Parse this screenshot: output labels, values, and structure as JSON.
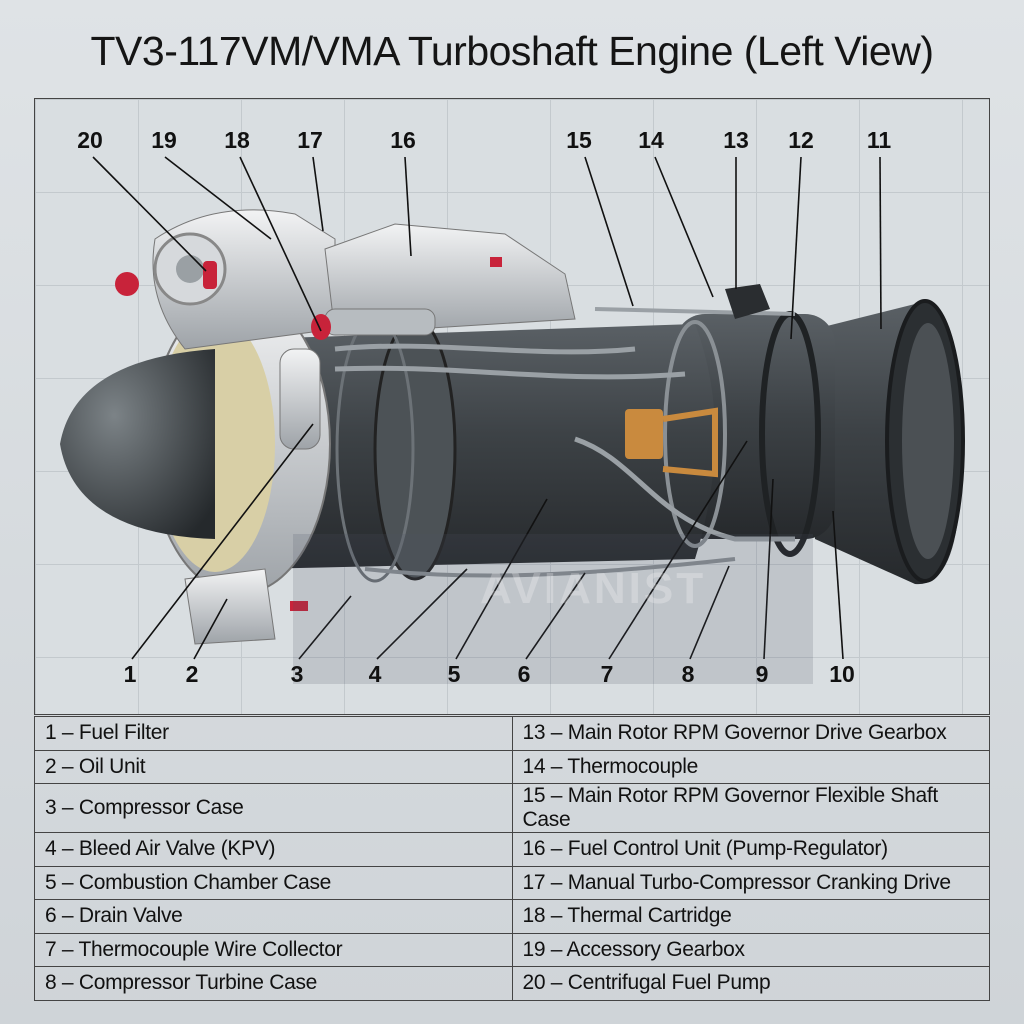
{
  "title": "TV3-117VM/VMA Turboshaft Engine (Left View)",
  "watermark": "AVIANIST",
  "callouts_top": [
    "20",
    "19",
    "18",
    "17",
    "16",
    "15",
    "14",
    "13",
    "12",
    "11"
  ],
  "callouts_bottom": [
    "1",
    "2",
    "3",
    "4",
    "5",
    "6",
    "7",
    "8",
    "9",
    "10"
  ],
  "legend": {
    "left": [
      "1 – Fuel Filter",
      "2 – Oil Unit",
      "3 – Compressor Case",
      "4 – Bleed Air Valve (KPV)",
      "5 – Combustion Chamber Case",
      "6 – Drain Valve",
      "7 – Thermocouple Wire Collector",
      "8 – Compressor Turbine Case"
    ],
    "right": [
      "13 – Main Rotor RPM Governor Drive Gearbox",
      "14 – Thermocouple",
      "15 – Main Rotor RPM Governor Flexible Shaft Case",
      "16 – Fuel Control Unit (Pump-Regulator)",
      "17 – Manual Turbo-Compressor Cranking Drive",
      "18 – Thermal Cartridge",
      "19 – Accessory Gearbox",
      "20 – Centrifugal Fuel Pump"
    ]
  },
  "colors": {
    "body": "#3f4448",
    "silver": "#c9cdd1",
    "intake": "#d8cfa6",
    "accent_red": "#c8233a",
    "copper": "#c98a3e"
  }
}
